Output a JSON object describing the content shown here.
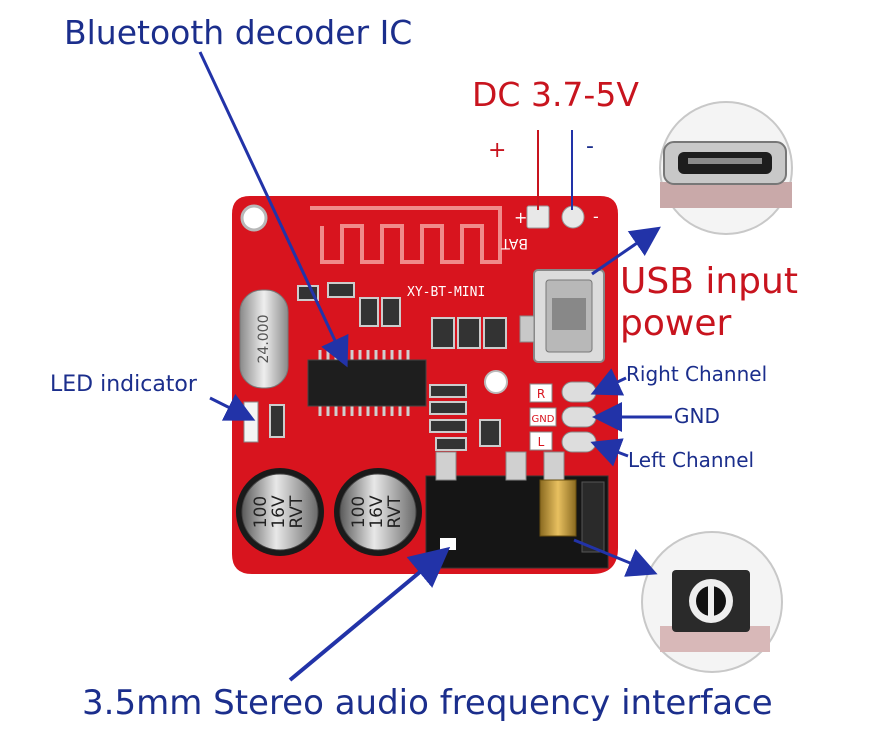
{
  "labels": {
    "bluetooth_ic": "Bluetooth decoder IC",
    "dc_power": "DC 3.7-5V",
    "plus": "+",
    "minus": "-",
    "usb_line1": "USB input",
    "usb_line2": "power",
    "led": "LED indicator",
    "right_channel": "Right Channel",
    "gnd": "GND",
    "left_channel": "Left Channel",
    "audio_interface": "3.5mm Stereo audio frequency interface"
  },
  "board_text": {
    "model": "XY-BT-MINI",
    "bat": "BAT",
    "crystal": "24.000",
    "cap_line1": "100",
    "cap_line2": "16V",
    "cap_line3": "RVT",
    "pad_r": "R",
    "pad_gnd": "GND",
    "pad_l": "L",
    "pad_plus": "+",
    "pad_minus": "-"
  },
  "colors": {
    "pcb": "#d8141e",
    "label_blue": "#1b2e8c",
    "label_red": "#c8141e",
    "arrow_blue": "#2233a8"
  }
}
